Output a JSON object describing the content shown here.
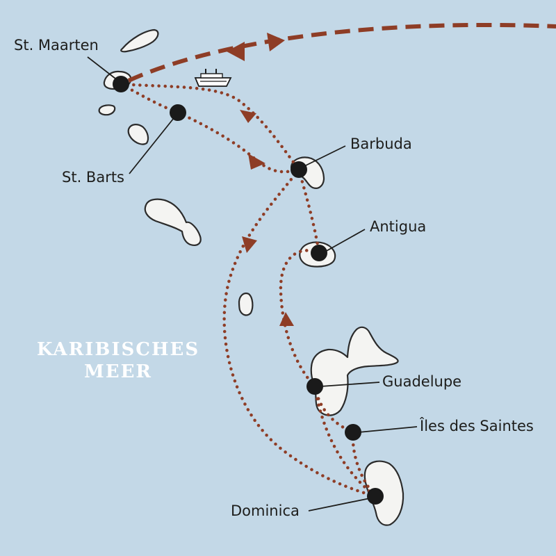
{
  "map": {
    "sea_label_line1": "KARIBISCHES",
    "sea_label_line2": "MEER",
    "colors": {
      "sea": "#c3d8e7",
      "land": "#f4f4f2",
      "route": "#8e3d26",
      "stop": "#1a1a1a"
    },
    "ports": [
      {
        "id": "st-maarten",
        "name": "St. Maarten"
      },
      {
        "id": "st-barts",
        "name": "St. Barts"
      },
      {
        "id": "barbuda",
        "name": "Barbuda"
      },
      {
        "id": "antigua",
        "name": "Antigua"
      },
      {
        "id": "guadeloupe",
        "name": "Guadelupe"
      },
      {
        "id": "iles-des-saintes",
        "name": "Îles des Saintes"
      },
      {
        "id": "dominica",
        "name": "Dominica"
      }
    ],
    "icons": [
      "ship-icon",
      "flight-route",
      "route-arrow-icon"
    ]
  }
}
